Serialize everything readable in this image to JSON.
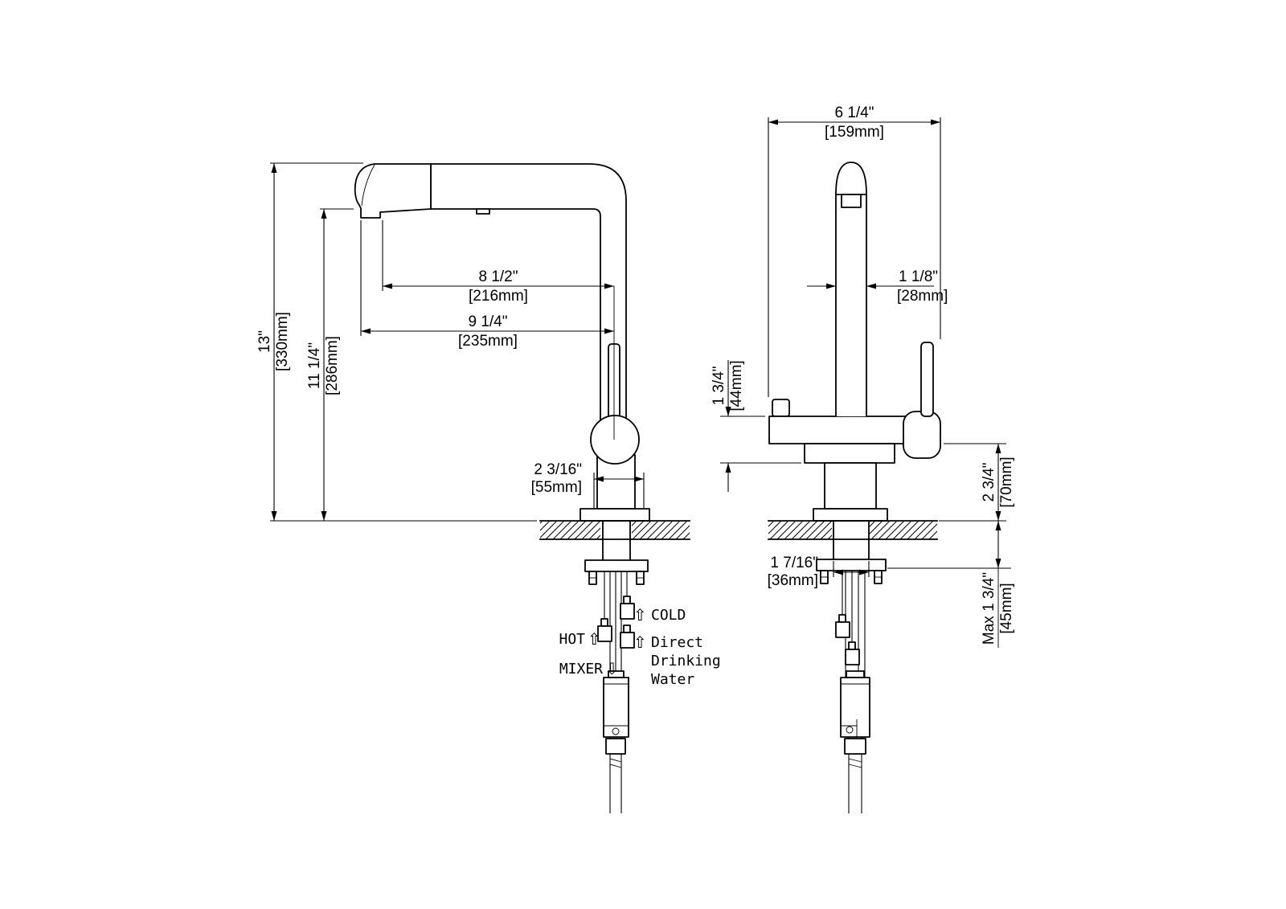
{
  "drawing": {
    "background": "#ffffff",
    "ink": "#000000"
  },
  "side_view": {
    "dims": {
      "h13": {
        "inches": "13\"",
        "mm": "[330mm]"
      },
      "h11_25": {
        "inches": "11 1/4\"",
        "mm": "[286mm]"
      },
      "w8_5": {
        "inches": "8 1/2\"",
        "mm": "[216mm]"
      },
      "w9_25": {
        "inches": "9 1/4\"",
        "mm": "[235mm]"
      },
      "base2_19": {
        "inches": "2 3/16\"",
        "mm": "[55mm]"
      }
    },
    "supply_labels": {
      "hot": "HOT",
      "cold": "COLD",
      "mixer": "MIXER",
      "direct_l1": "Direct",
      "direct_l2": "Drinking",
      "direct_l3": "Water",
      "up_arrow": "⇧",
      "down_arrow": "⇩"
    }
  },
  "front_view": {
    "dims": {
      "w6_25": {
        "inches": "6 1/4\"",
        "mm": "[159mm]"
      },
      "spout1_13": {
        "inches": "1 1/8\"",
        "mm": "[28mm]"
      },
      "body1_75": {
        "inches": "1 3/4\"",
        "mm": "[44mm]"
      },
      "h2_75": {
        "inches": "2 3/4\"",
        "mm": "[70mm]"
      },
      "deck_max": {
        "inches": "Max 1 3/4\"",
        "mm": "[45mm]"
      },
      "shank1_44": {
        "inches": "1 7/16\"",
        "mm": "[36mm]"
      }
    }
  }
}
